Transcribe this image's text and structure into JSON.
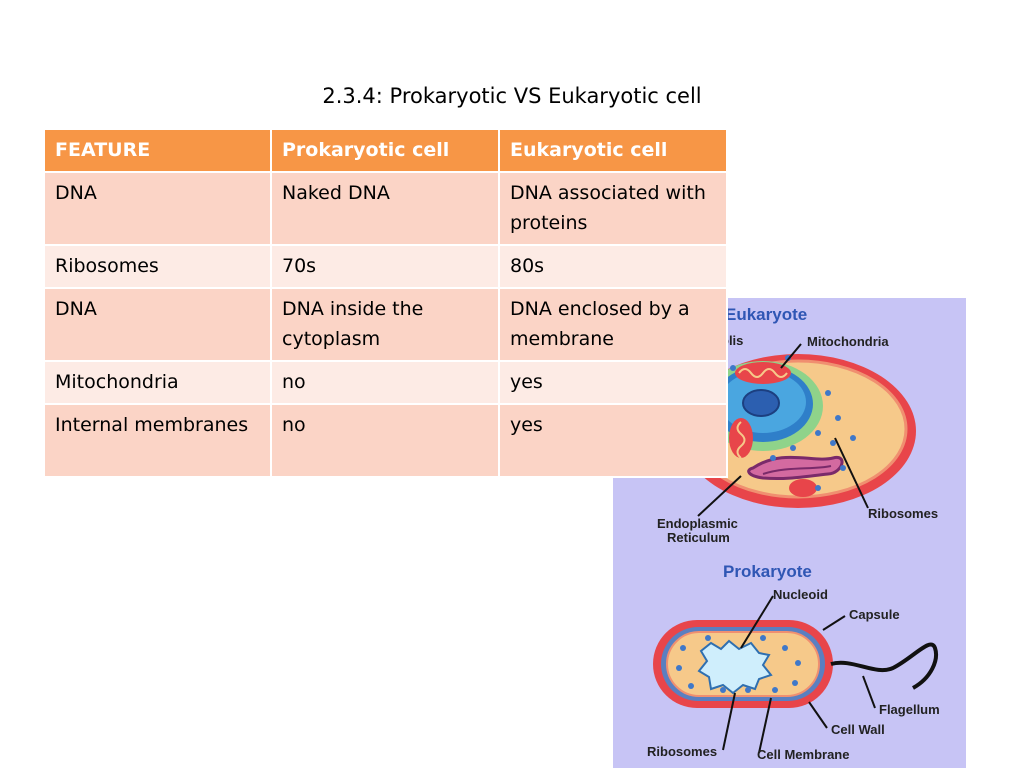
{
  "slide": {
    "title": "2.3.4: Prokaryotic VS Eukaryotic cell"
  },
  "table": {
    "headers": [
      "FEATURE",
      "Prokaryotic cell",
      "Eukaryotic cell"
    ],
    "rows": [
      [
        "DNA",
        "Naked DNA",
        "DNA associated with proteins"
      ],
      [
        "Ribosomes",
        "70s",
        "80s"
      ],
      [
        "DNA",
        "DNA inside the cytoplasm",
        "DNA enclosed by a membrane"
      ],
      [
        "Mitochondria",
        "no",
        "yes"
      ],
      [
        "Internal membranes",
        "no",
        "yes"
      ]
    ]
  },
  "figure": {
    "eukaryote_heading": "Eukaryote",
    "prokaryote_heading": "Prokaryote",
    "eukaryote_labels": {
      "nucleolus_partial": "olis",
      "mitochondria": "Mitochondria",
      "ribosomes": "Ribosomes",
      "er_line1": "Endoplasmic",
      "er_line2": "Reticulum"
    },
    "prokaryote_labels": {
      "nucleoid": "Nucleoid",
      "capsule": "Capsule",
      "flagellum": "Flagellum",
      "cell_wall": "Cell Wall",
      "ribosomes": "Ribosomes",
      "cell_membrane": "Cell Membrane"
    },
    "colors": {
      "background": "#c7c4f5",
      "heading": "#2f56b4",
      "outer_membrane": "#e8454a",
      "cytoplasm": "#f6c98a",
      "nucleus": "#2f7fc9",
      "er": "#7a2a6a"
    }
  }
}
